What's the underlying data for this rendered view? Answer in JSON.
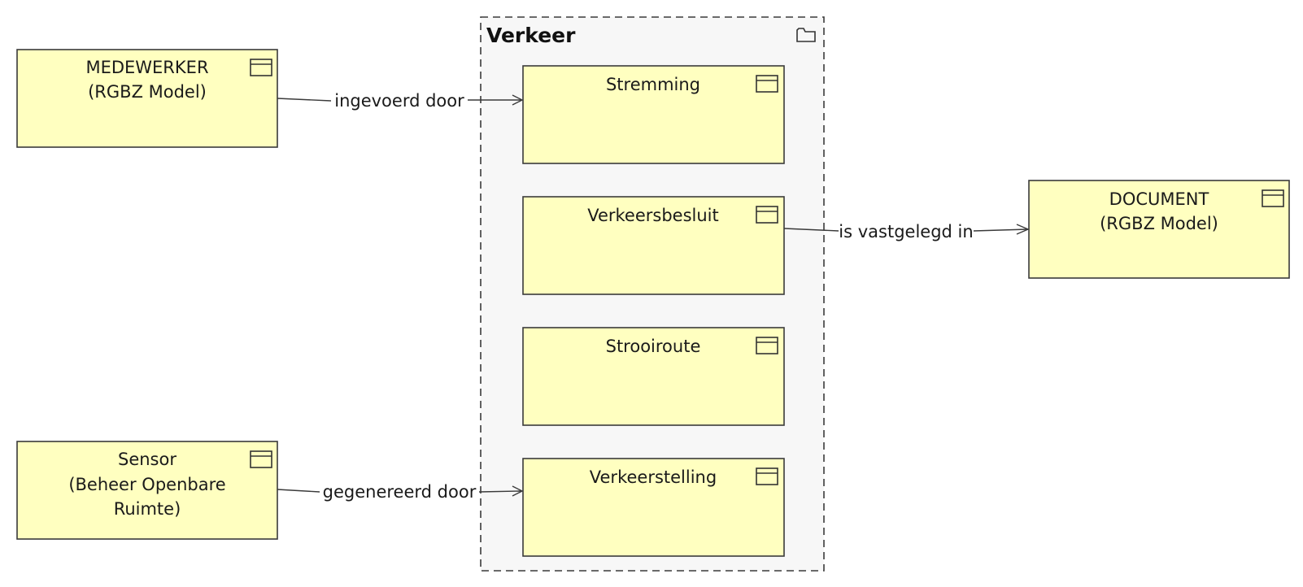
{
  "package": {
    "title": "Verkeer",
    "icon": "folder-icon"
  },
  "classes": {
    "medewerker": {
      "line1": "MEDEWERKER",
      "line2": "(RGBZ Model)",
      "icon": "class-icon"
    },
    "sensor": {
      "line1": "Sensor",
      "line2": "(Beheer Openbare",
      "line3": "Ruimte)",
      "icon": "class-icon"
    },
    "document": {
      "line1": "DOCUMENT",
      "line2": "(RGBZ Model)",
      "icon": "class-icon"
    },
    "stremming": {
      "line1": "Stremming",
      "icon": "class-icon"
    },
    "verkeersbesluit": {
      "line1": "Verkeersbesluit",
      "icon": "class-icon"
    },
    "strooiroute": {
      "line1": "Strooiroute",
      "icon": "class-icon"
    },
    "verkeerstelling": {
      "line1": "Verkeerstelling",
      "icon": "class-icon"
    }
  },
  "relations": {
    "ingevoerd": {
      "label": "ingevoerd door"
    },
    "vastgelegd": {
      "label": "is vastgelegd in"
    },
    "gegenereerd": {
      "label": "gegenereerd door"
    }
  },
  "colors": {
    "class_fill": "#ffffc0",
    "package_fill": "#f7f7f7",
    "stroke": "#3a3a3a"
  }
}
